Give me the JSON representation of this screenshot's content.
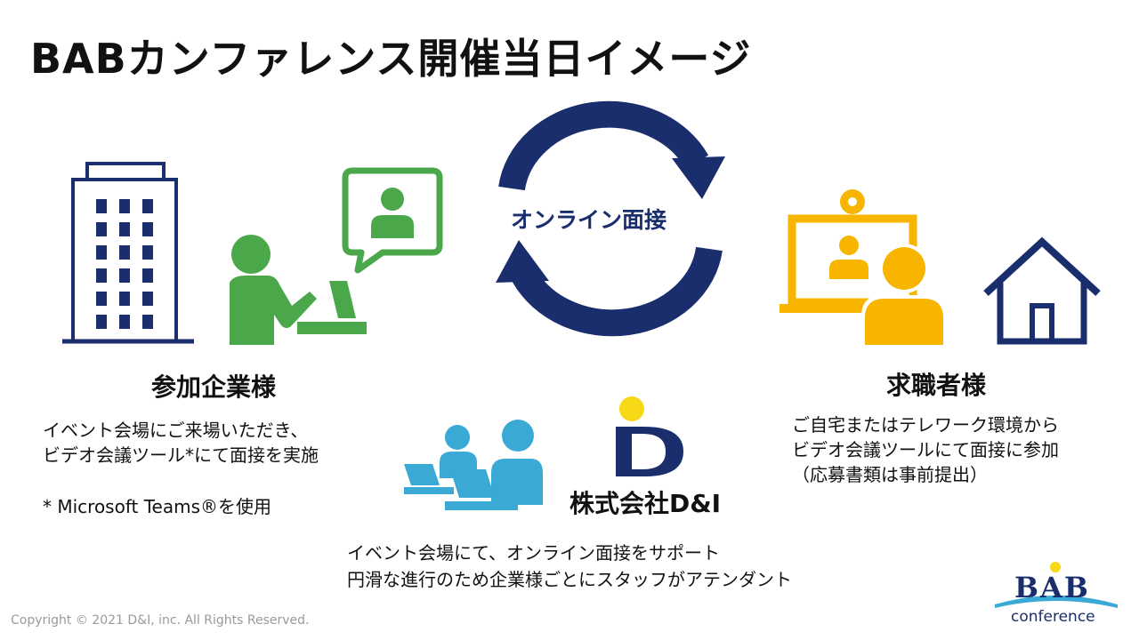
{
  "title": "BABカンファレンス開催当日イメージ",
  "center": {
    "label": "オンライン面接"
  },
  "left": {
    "heading": "参加企業様",
    "lines": [
      "イベント会場にご来場いただき、",
      "ビデオ会議ツール*にて面接を実施"
    ],
    "note": "* Microsoft Teams®を使用"
  },
  "right": {
    "heading": "求職者様",
    "lines": [
      "ご自宅またはテレワーク環境から",
      "ビデオ会議ツールにて面接に参加",
      "（応募書類は事前提出）"
    ]
  },
  "company": {
    "name": "株式会社D&I",
    "lines": [
      "イベント会場にて、オンライン面接をサポート",
      "円滑な進行のため企業様ごとにスタッフがアテンダント"
    ]
  },
  "footer": {
    "copyright": "Copyright © 2021 D&I, inc. All Rights Reserved."
  },
  "logo": {
    "main": "BAB",
    "sub": "conference"
  },
  "icons": {
    "building": "office-building-icon",
    "person_laptop": "person-at-laptop-icon",
    "video_call": "video-call-bubble-icon",
    "cycle": "circular-arrows-icon",
    "remote_worker": "remote-worker-icon",
    "house": "house-icon",
    "staff": "staff-at-laptops-icon",
    "di_logo": "di-logo-icon"
  },
  "colors": {
    "navy": "#1a2e6e",
    "green": "#4aa84a",
    "gold": "#f7b500",
    "sky": "#3aa9d6",
    "yellow": "#f7d917"
  }
}
